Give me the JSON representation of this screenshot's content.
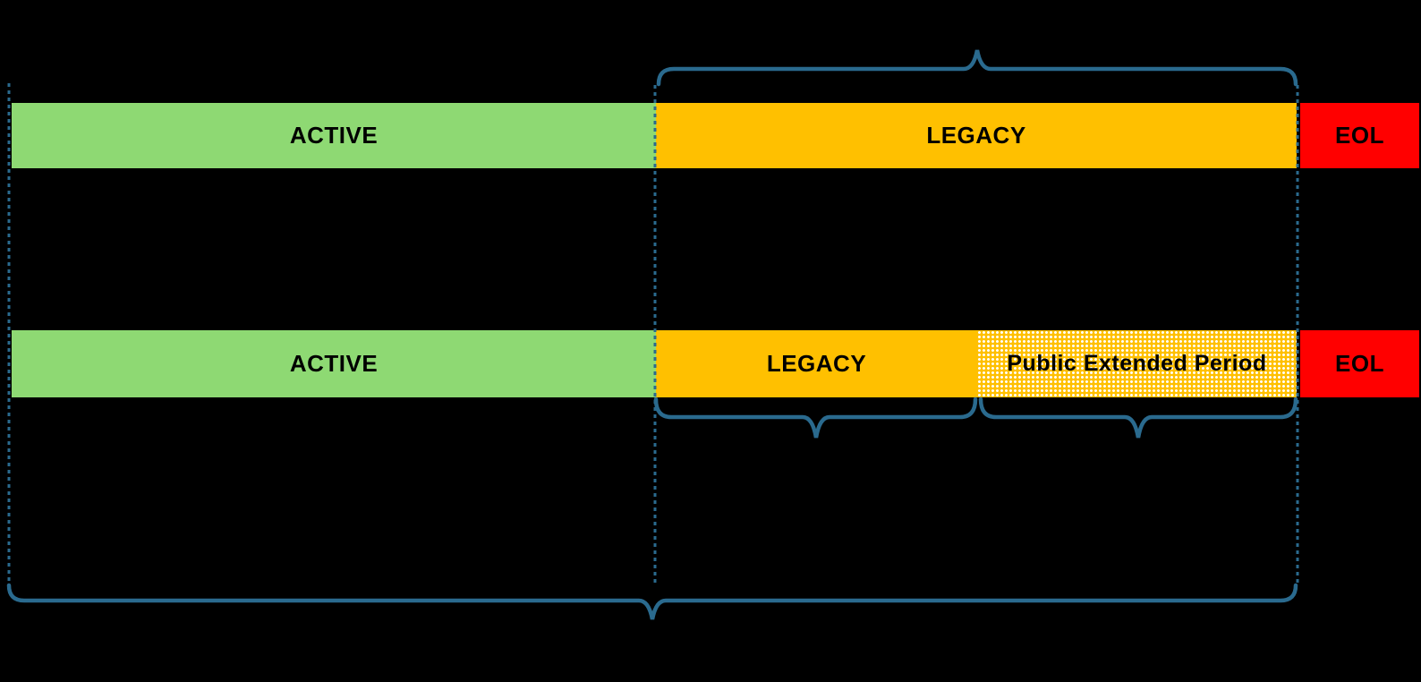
{
  "diagram": {
    "title": "release-lifecycle-comparison",
    "rows": [
      {
        "name": "standard-release-row",
        "segments": [
          {
            "label": "ACTIVE",
            "phase": "active",
            "color": "#8ED973"
          },
          {
            "label": "LEGACY",
            "phase": "legacy",
            "color": "#FFC000"
          },
          {
            "label": "EOL",
            "phase": "eol",
            "color": "#FF0000"
          }
        ]
      },
      {
        "name": "extended-release-row",
        "segments": [
          {
            "label": "ACTIVE",
            "phase": "active",
            "color": "#8ED973"
          },
          {
            "label": "LEGACY",
            "phase": "legacy",
            "color": "#FFC000"
          },
          {
            "label": "Public Extended Period",
            "phase": "public-extended-period",
            "color": "#FFC000",
            "pattern": "white-dots"
          },
          {
            "label": "EOL",
            "phase": "eol",
            "color": "#FF0000"
          }
        ]
      }
    ],
    "annotations": {
      "top_brace": "spans-legacy-phase-of-standard-row",
      "bottom_left_brace": "spans-legacy-phase-of-extended-row",
      "bottom_right_brace": "spans-public-extended-period",
      "full_width_brace": "spans-active-through-legacy-end",
      "boundary_lines": [
        "start-boundary",
        "active-legacy-boundary",
        "legacy-eol-boundary"
      ]
    }
  },
  "colors": {
    "bar_green": "#8ED973",
    "bar_orange": "#FFC000",
    "bar_red": "#FF0000",
    "accent_blue": "#2A6A8E",
    "label_text": "#000000",
    "pattern_dot": "#FFFFFF",
    "background": "#000000"
  }
}
